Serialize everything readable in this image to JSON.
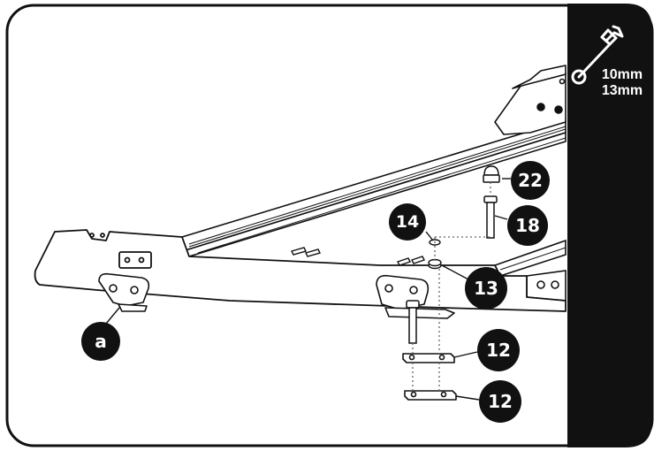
{
  "sidebar": {
    "tool_icon": "wrench-icon",
    "sizes": [
      "10mm",
      "13mm"
    ],
    "background": "#111111"
  },
  "callouts": {
    "c22": "22",
    "c14": "14",
    "c18": "18",
    "c13": "13",
    "c12a": "12",
    "c12b": "12",
    "ca": "a"
  },
  "colors": {
    "ink": "#111111",
    "paper": "#ffffff",
    "dots": "#666666"
  }
}
